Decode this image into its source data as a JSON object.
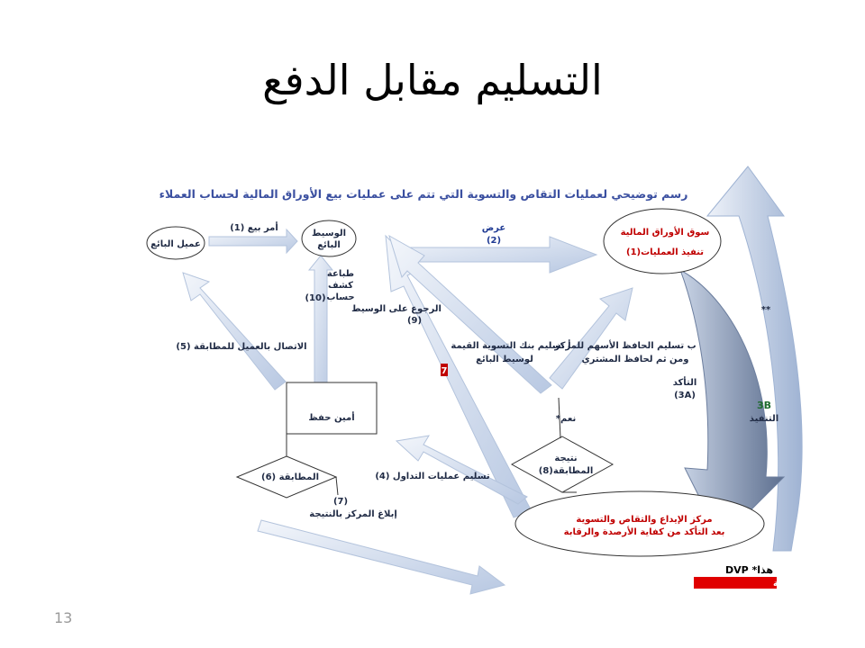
{
  "slide": {
    "title": "التسليم مقابل الدفع",
    "page_number": "13"
  },
  "diagram": {
    "heading": "رسم توضيحي لعمليات التقاص والتسوية التي تتم على عمليات بيع الأوراق المالية لحساب العملاء",
    "nodes": {
      "client_seller": "عميل البائع",
      "broker_line1": "الوسيط",
      "broker_line2": "البائع",
      "market_line1": "سوق الأوراق المالية",
      "market_line2": "تنفيذ العمليات(1)",
      "custodian": "أمين حفظ",
      "matching": "المطابقة (6)",
      "match_result_line1": "نتيجة",
      "match_result_line2": "المطابقة(8)",
      "center_line1": "مركز الإيداع والتقاص والتسوية",
      "center_line2": "بعد التأكد من كفاية الأرصدة والرقابة"
    },
    "labels": {
      "sell_order": "أمر بيع (1)",
      "offer_line1": "عرض",
      "offer_line2": "(2)",
      "print_line1": "طباعة",
      "print_line2": "كشف",
      "print_line3": "حساب",
      "print_num": "(10)",
      "refer_line1": "الرجوع على الوسيط",
      "refer_line2": "(9)",
      "contact_client": "الاتصال بالعميل للمطابقة (5)",
      "bank_line1": "أ تسليم بنك التسوية القيمة",
      "bank_line2": "لوسيط البائع",
      "custodian_line1": "ب تسليم الحافظ الأسهم للمركز",
      "custodian_line2": "ومن ثم لحافظ المشتري",
      "confirm_line1": "التأكد",
      "confirm_line2": "(3A)",
      "execute_num": "3B",
      "execute_label": "التنفيذ",
      "seven": "7",
      "yes": "نعم*",
      "deliver_trades": "تسليم عمليات التداول (4)",
      "notify_line1": "(7)",
      "notify_line2": "إبلاغ المركز بالنتيجة",
      "stars": "**",
      "note_dvp": "DVP *هذا",
      "note_see": "**انظر الصفحة التالية"
    },
    "colors": {
      "arrow_fill": "#dbe4f2",
      "arrow_stroke": "#b3c3dc",
      "red": "#c00000",
      "green": "#1e6b2e"
    }
  }
}
